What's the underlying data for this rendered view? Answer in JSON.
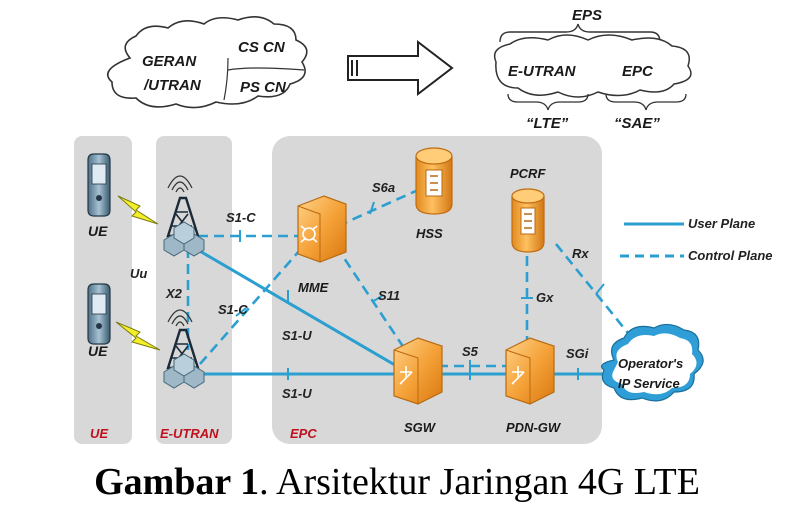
{
  "top": {
    "left_cloud": {
      "geran_line1": "GERAN",
      "geran_line2": "/UTRAN",
      "cs_cn": "CS CN",
      "ps_cn": "PS CN"
    },
    "eps": "EPS",
    "eutran": "E-UTRAN",
    "epc": "EPC",
    "lte": "“LTE”",
    "sae": "“SAE”"
  },
  "sections": {
    "ue": "UE",
    "eutran": "E-UTRAN",
    "epc": "EPC"
  },
  "nodes": {
    "ue1": "UE",
    "ue2": "UE",
    "mme": "MME",
    "hss": "HSS",
    "pcrf": "PCRF",
    "sgw": "SGW",
    "pdngw": "PDN-GW",
    "operator_line1": "Operator's",
    "operator_line2": "IP Service"
  },
  "interfaces": {
    "uu": "Uu",
    "x2": "X2",
    "s1c_top": "S1-C",
    "s1c_bottom": "S1-C",
    "s1u_top": "S1-U",
    "s1u_bottom": "S1-U",
    "s6a": "S6a",
    "s11": "S11",
    "s5": "S5",
    "gx": "Gx",
    "rx": "Rx",
    "sgi": "SGi"
  },
  "legend": {
    "user_plane": "User Plane",
    "control_plane": "Control Plane"
  },
  "caption": {
    "bold": "Gambar 1",
    "text": ". Arsitektur Jaringan 4G LTE"
  },
  "colors": {
    "link": "#2a9fd0",
    "section_bg": "#d8d8d8",
    "orange": "#f4a640",
    "red_label": "#c0101c"
  }
}
